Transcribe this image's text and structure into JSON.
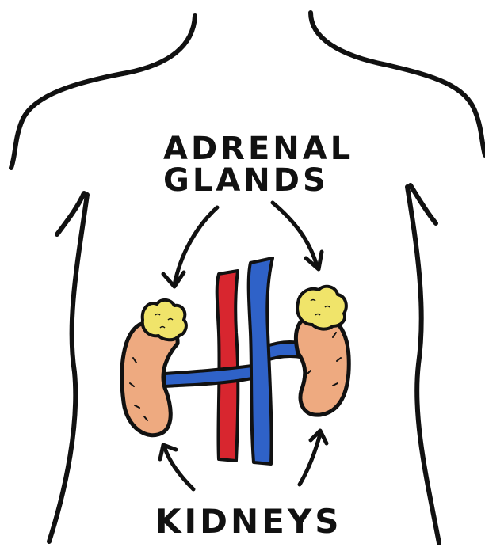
{
  "labels": {
    "adrenal_line1": "ADRENAL",
    "adrenal_line2": "GLANDS",
    "kidneys": "KIDNEYS"
  },
  "colors": {
    "outline": "#111111",
    "kidney": "#eeaa80",
    "adrenal": "#f0e46a",
    "artery": "#d8262f",
    "vein": "#2f62c8",
    "background": "#ffffff"
  },
  "icons": {
    "left_kidney": "kidney-icon",
    "right_kidney": "kidney-icon",
    "left_adrenal": "adrenal-gland-icon",
    "right_adrenal": "adrenal-gland-icon"
  }
}
